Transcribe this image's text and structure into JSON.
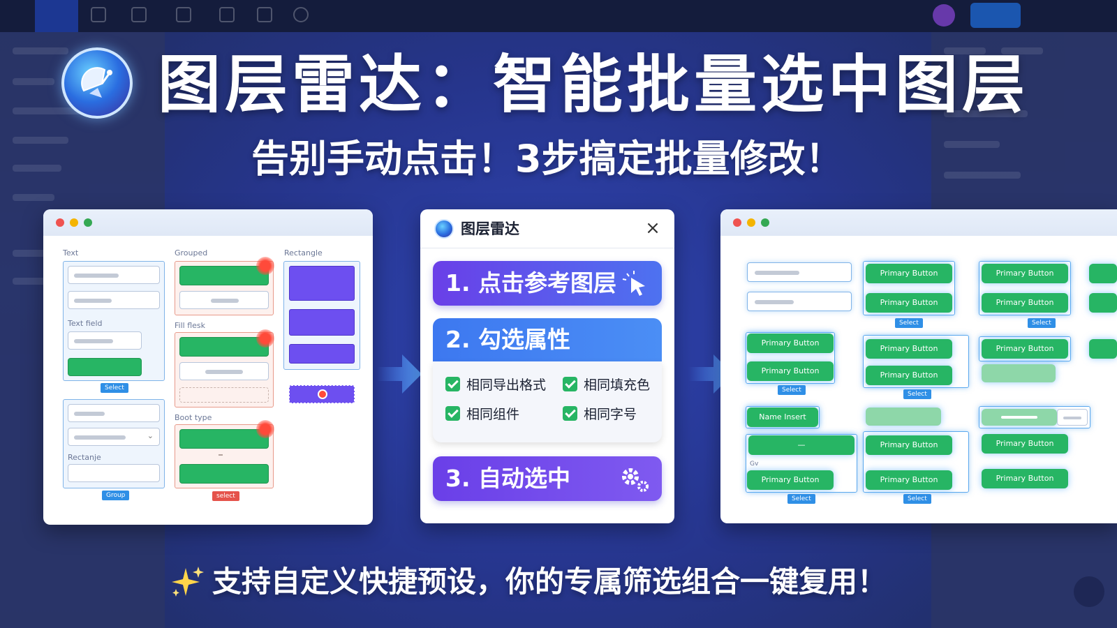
{
  "headline": {
    "title": "图层雷达：智能批量选中图层",
    "subtitle": "告别手动点击！3步搞定批量修改！"
  },
  "left_panel": {
    "columns": [
      "Text",
      "Grouped",
      "Rectangle"
    ],
    "labels": {
      "text_field": "Text field",
      "fill_flesk": "Fill flesk",
      "boot_type": "Boot type",
      "rectanje": "Rectanje"
    },
    "tags": {
      "select": "Select",
      "group": "Group",
      "select_red": "select"
    }
  },
  "dialog": {
    "title": "图层雷达",
    "close_glyph": "×",
    "step1": "1. 点击参考图层",
    "step2": "2. 勾选属性",
    "step3": "3. 自动选中",
    "options": [
      {
        "label": "相同导出格式",
        "checked": true
      },
      {
        "label": "相同填充色",
        "checked": true
      },
      {
        "label": "相同组件",
        "checked": true
      },
      {
        "label": "相同字号",
        "checked": true
      }
    ]
  },
  "right_panel": {
    "button_label": "Primary Button",
    "name_insert": "Name Insert",
    "select_tag": "Select",
    "small_label": "Gv"
  },
  "footer": {
    "sparkle_icon": "sparkle-icon",
    "text": "支持自定义快捷预设，你的专属筛选组合一键复用！"
  },
  "colors": {
    "accent_purple": "#6a3fe8",
    "accent_blue": "#3d78f0",
    "check_green": "#27b564"
  }
}
